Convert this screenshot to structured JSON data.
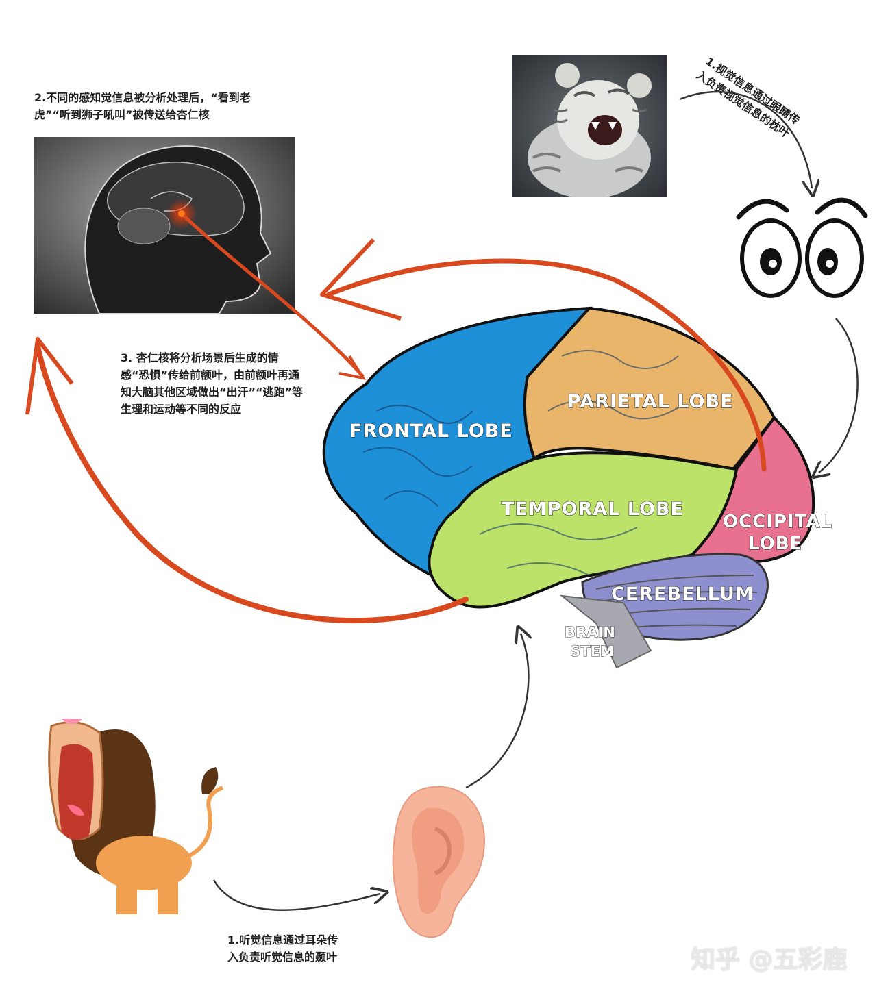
{
  "captions": {
    "visual": {
      "line1": "1.视觉信息通过眼睛传",
      "line2": "入负责视觉信息的枕叶"
    },
    "amygdala": {
      "line1": "2.不同的感知觉信息被分析处理后，“看到老",
      "line2": "虎”“听到狮子吼叫”被传送给杏仁核"
    },
    "fear": {
      "line1": "3. 杏仁核将分析场景后生成的情",
      "line2": "感“恐惧”传给前额叶，由前额叶再通",
      "line3": "知大脑其他区域做出“出汗”“逃跑”等",
      "line4": "生理和运动等不同的反应"
    },
    "audio": {
      "line1": "1.听觉信息通过耳朵传",
      "line2": "入负责听觉信息的颞叶"
    }
  },
  "brain_labels": {
    "frontal": "FRONTAL LOBE",
    "parietal": "PARIETAL LOBE",
    "temporal": "TEMPORAL LOBE",
    "occipital_1": "OCCIPITAL",
    "occipital_2": "LOBE",
    "cerebellum": "CEREBELLUM",
    "brainstem_1": "BRAIN",
    "brainstem_2": "STEM"
  },
  "watermark": "知乎 @五彩鹿",
  "colors": {
    "frontal": "#1e90d8",
    "parietal": "#e8b56a",
    "temporal": "#bde26a",
    "occipital": "#e8718f",
    "cerebellum": "#8d8fcf",
    "brainstem": "#a8a8b0",
    "arrow_red": "#d8491f",
    "arrow_dark": "#333333"
  },
  "icons": [
    "tiger-photo",
    "head-xray-photo",
    "cartoon-eyes-icon",
    "lion-cartoon-icon",
    "ear-icon"
  ]
}
